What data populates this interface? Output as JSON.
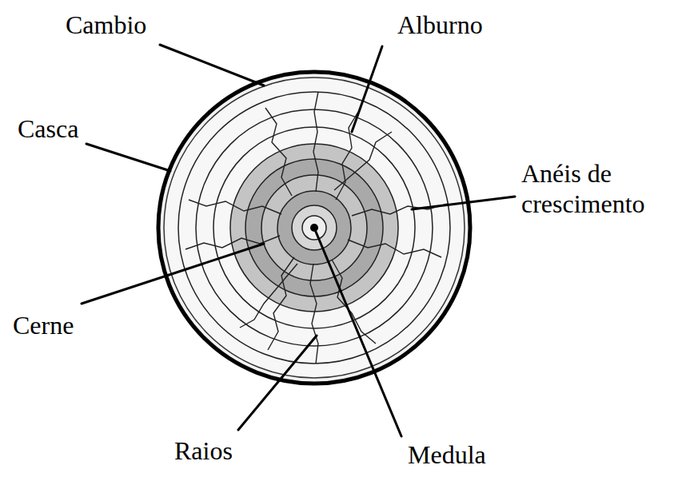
{
  "diagram": {
    "labels": [
      "Cambio",
      "Alburno",
      "Casca",
      "Anéis de crescimento",
      "Cerne",
      "Raios",
      "Medula"
    ]
  }
}
